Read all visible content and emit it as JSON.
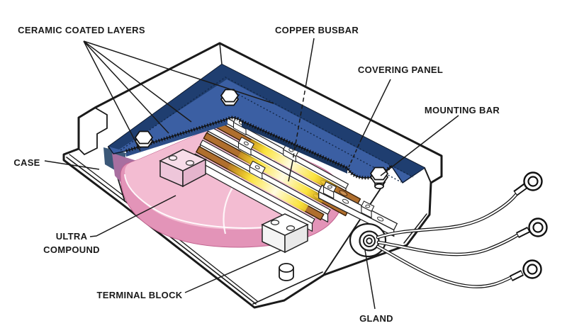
{
  "figure": {
    "kind": "isometric cutaway technical illustration of a busbar enclosure",
    "background": "#ffffff"
  },
  "labels": {
    "ceramic_coated_layers": {
      "text": "CERAMIC COATED LAYERS"
    },
    "copper_busbar": {
      "text": "COPPER BUSBAR"
    },
    "covering_panel": {
      "text": "COVERING PANEL"
    },
    "mounting_bar": {
      "text": "MOUNTING BAR"
    },
    "case": {
      "text": "CASE"
    },
    "ultra_compound_line1": {
      "text": "ULTRA"
    },
    "ultra_compound_line2": {
      "text": "COMPOUND"
    },
    "terminal_block": {
      "text": "TERMINAL BLOCK"
    },
    "gland": {
      "text": "GLAND"
    }
  },
  "colors": {
    "outline": "#1a1a1a",
    "case_fill": "#ffffff",
    "panel_dark": "#1f3e70",
    "panel_mid": "#3b5fa3",
    "panel_edge_left": "#2d4e88",
    "panel_edge_back": "#1a355f",
    "compound_top": "#f3bcd2",
    "compound_front": "#e394b8",
    "copper": "#b06f2e",
    "copper_hole": "#c98f52",
    "glow_yellow": "#ffe93d",
    "glow_core": "#fffbe0",
    "accent_purple": "#a86fa0",
    "accent_teal": "#3b5878"
  }
}
